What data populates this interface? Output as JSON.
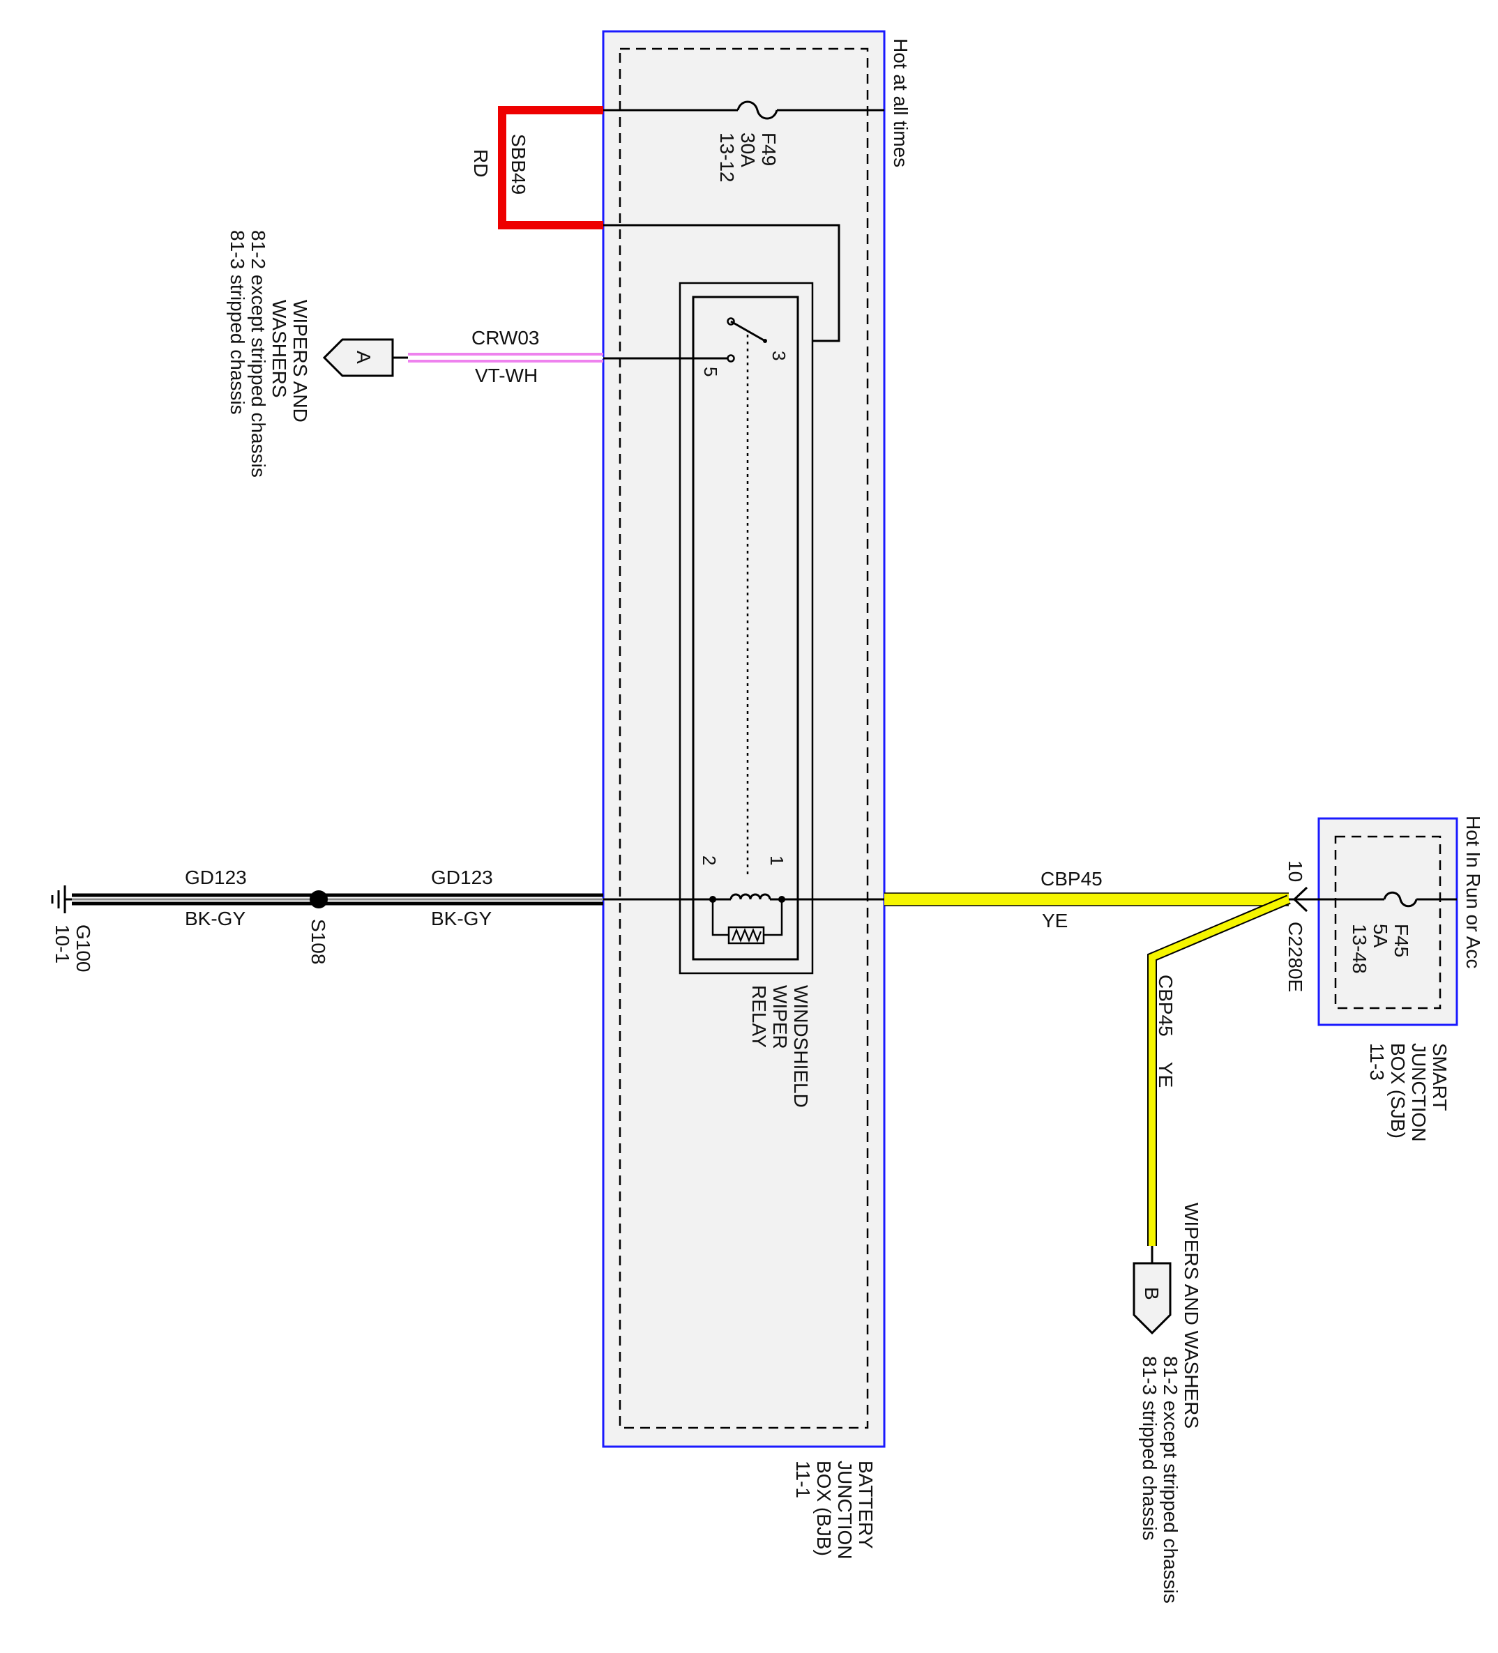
{
  "colors": {
    "background": "#ffffff",
    "box_fill": "#f2f2f2",
    "box_border": "#1a1aff",
    "wire_black": "#000000",
    "wire_red": "#ee0000",
    "wire_yellow": "#f5f500",
    "wire_violet": "#ee82ee"
  },
  "bjb": {
    "supply_label": "Hot at all times",
    "name_lines": [
      "BATTERY",
      "JUNCTION",
      "BOX (BJB)",
      "11-1"
    ],
    "fuse": {
      "id": "F49",
      "rating": "30A",
      "ref": "13-12"
    }
  },
  "relay": {
    "name_lines": [
      "WINDSHIELD",
      "WIPER",
      "RELAY"
    ],
    "pins": {
      "p1": "1",
      "p2": "2",
      "p3": "3",
      "p5": "5"
    },
    "switch_icon": "relay-switch-icon",
    "coil_icon": "relay-coil-icon",
    "resistor_icon": "resistor-icon"
  },
  "sjb": {
    "supply_label": "Hot In Run or Acc",
    "name_lines": [
      "SMART",
      "JUNCTION",
      "BOX (SJB)",
      "11-3"
    ],
    "fuse": {
      "id": "F45",
      "rating": "5A",
      "ref": "13-48"
    },
    "connector": {
      "pin": "10",
      "id": "C2280E"
    }
  },
  "wires": {
    "sbb49": {
      "circuit": "SBB49",
      "color_code": "RD"
    },
    "crw03": {
      "circuit": "CRW03",
      "color_code": "VT-WH"
    },
    "gd123_left": {
      "circuit": "GD123",
      "color_code": "BK-GY"
    },
    "gd123_right": {
      "circuit": "GD123",
      "color_code": "BK-GY"
    },
    "cbp45_main": {
      "circuit": "CBP45",
      "color_code": "YE"
    },
    "cbp45_branch": {
      "circuit": "CBP45",
      "color_code": "YE"
    }
  },
  "splice": {
    "id": "S108"
  },
  "ground": {
    "id": "G100",
    "ref": "10-1",
    "icon": "ground-icon"
  },
  "connector_a": {
    "letter": "A",
    "lines": [
      "WIPERS AND",
      "WASHERS",
      "81-2   except stripped chassis",
      "81-3   stripped chassis"
    ]
  },
  "connector_b": {
    "letter": "B",
    "lines": [
      "WIPERS AND WASHERS",
      "81-2   except stripped chassis",
      "81-3   stripped chassis"
    ]
  }
}
